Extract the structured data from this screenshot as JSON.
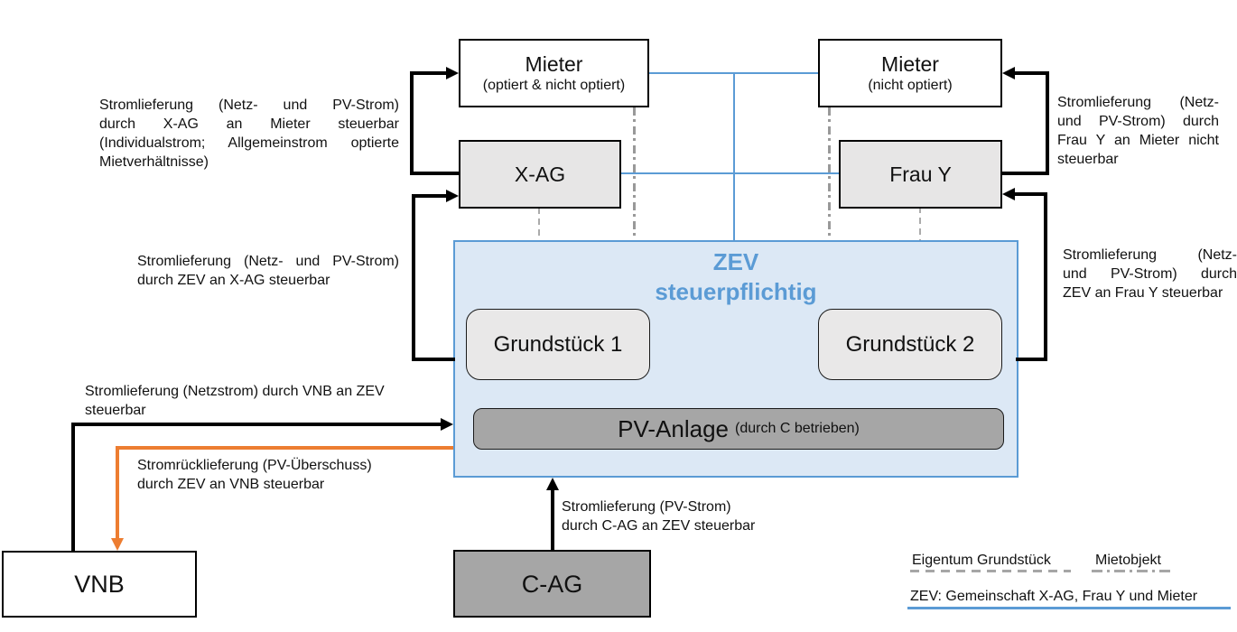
{
  "diagram": {
    "boxes": {
      "mieter_left": {
        "title": "Mieter",
        "subtitle": "(optiert & nicht optiert)"
      },
      "mieter_right": {
        "title": "Mieter",
        "subtitle": "(nicht optiert)"
      },
      "x_ag": {
        "title": "X-AG"
      },
      "frau_y": {
        "title": "Frau Y"
      },
      "zev": {
        "title_line1": "ZEV",
        "title_line2": "steuerpflichtig"
      },
      "grundstueck_1": {
        "title": "Grundstück 1"
      },
      "grundstueck_2": {
        "title": "Grundstück 2"
      },
      "pv_anlage": {
        "title": "PV-Anlage",
        "subtitle": "(durch C betrieben)"
      },
      "vnb": {
        "title": "VNB"
      },
      "c_ag": {
        "title": "C-AG"
      }
    },
    "annotations": {
      "xag_to_mieter": {
        "lines": [
          "Stromlieferung (Netz- und PV-Strom)",
          "durch X-AG an Mieter steuerbar",
          "(Individualstrom; Allgemeinstrom optierte",
          "Mietverhältnisse)"
        ]
      },
      "zev_to_xag": {
        "lines": [
          "Stromlieferung (Netz- und PV-Strom)",
          "durch ZEV an X-AG steuerbar"
        ]
      },
      "frauy_to_mieter": {
        "lines": [
          "Stromlieferung (Netz-",
          "und PV-Strom) durch",
          "Frau Y an Mieter nicht",
          "steuerbar"
        ]
      },
      "zev_to_frauy": {
        "lines": [
          "Stromlieferung (Netz-",
          "und PV-Strom) durch",
          "ZEV an Frau Y steuerbar"
        ]
      },
      "vnb_to_zev": {
        "lines": [
          "Stromlieferung (Netzstrom) durch VNB an ZEV",
          "steuerbar"
        ]
      },
      "zev_to_vnb": {
        "lines": [
          "Stromrücklieferung (PV-Überschuss)",
          "durch ZEV an VNB steuerbar"
        ]
      },
      "cag_to_zev": {
        "lines": [
          "Stromlieferung (PV-Strom)",
          "durch C-AG an ZEV steuerbar"
        ]
      }
    },
    "legend": {
      "eigentum_label": "Eigentum Grundstück",
      "mietobjekt_label": "Mietobjekt",
      "zev_label": "ZEV: Gemeinschaft X-AG, Frau Y und Mieter"
    },
    "colors": {
      "blue": "#5b9bd5",
      "zev_fill": "#dce8f5",
      "orange": "#ED7D31",
      "light_gray": "#e7e6e6",
      "dark_gray": "#a6a6a6",
      "black": "#000000"
    }
  }
}
